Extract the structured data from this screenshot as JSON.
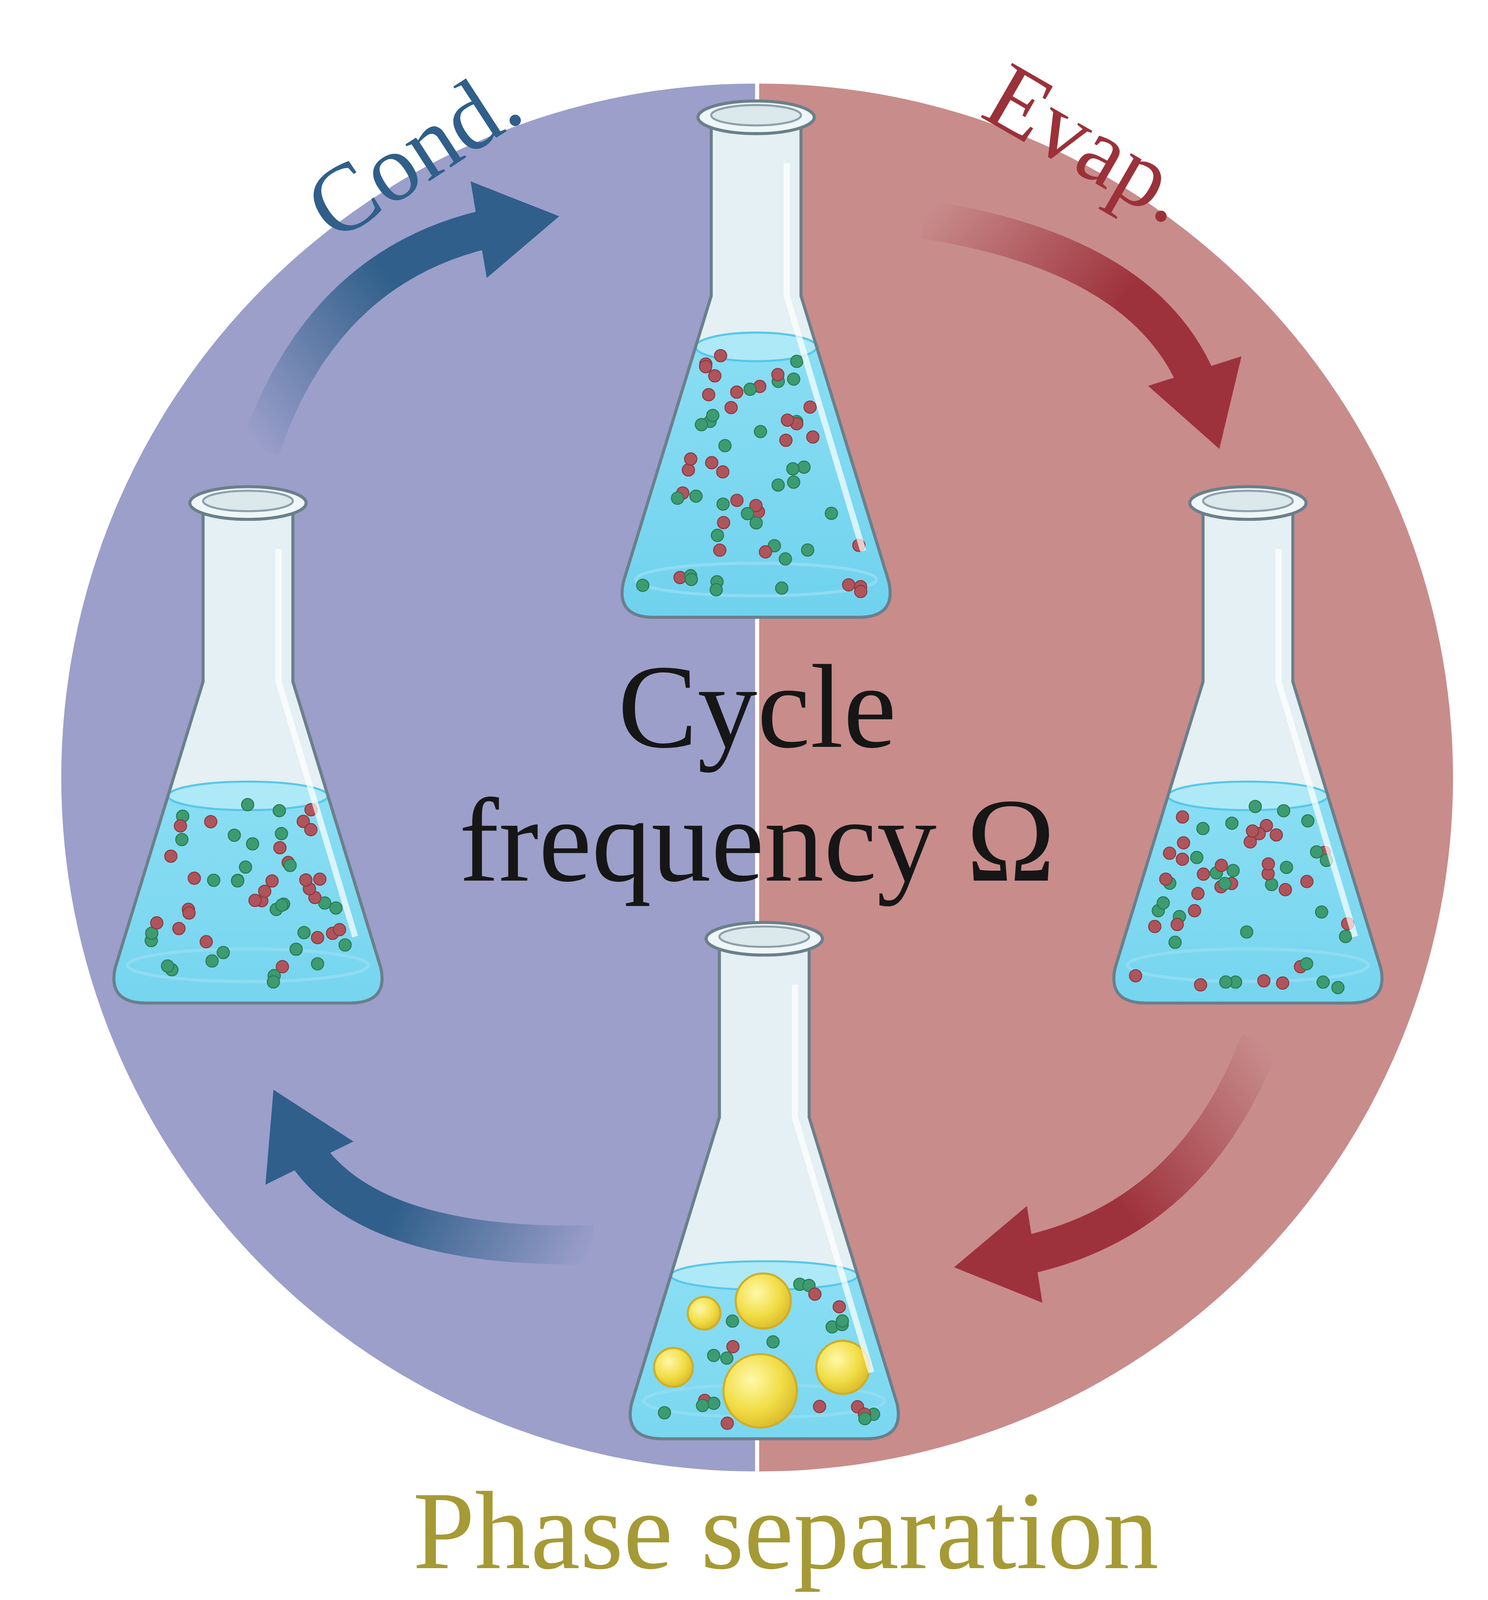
{
  "diagram": {
    "nodes": [
      {
        "text": [
          "Cycle frequency Ω"
        ]
      }
    ],
    "labels": [
      "Cond.",
      "Evap.",
      "Phase separation"
    ]
  }
}
